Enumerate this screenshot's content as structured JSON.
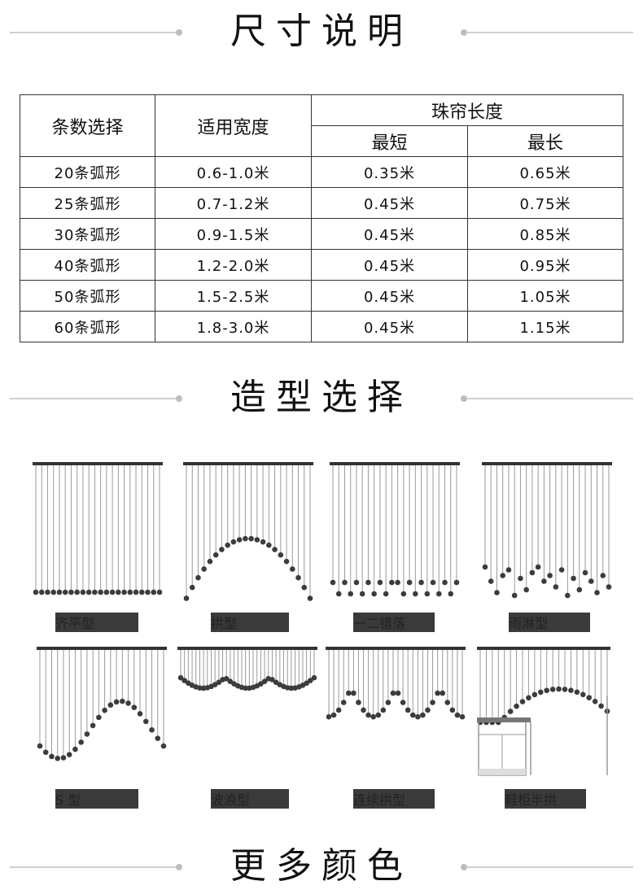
{
  "sections": {
    "size": "尺寸说明",
    "shape": "造型选择",
    "colors": "更多颜色"
  },
  "table": {
    "col_count": "条数选择",
    "col_width": "适用宽度",
    "col_length": "珠帘长度",
    "col_min": "最短",
    "col_max": "最长",
    "rows": [
      {
        "count": "20条弧形",
        "width": "0.6-1.0米",
        "min": "0.35米",
        "max": "0.65米"
      },
      {
        "count": "25条弧形",
        "width": "0.7-1.2米",
        "min": "0.45米",
        "max": "0.75米"
      },
      {
        "count": "30条弧形",
        "width": "0.9-1.5米",
        "min": "0.45米",
        "max": "0.85米"
      },
      {
        "count": "40条弧形",
        "width": "1.2-2.0米",
        "min": "0.45米",
        "max": "0.95米"
      },
      {
        "count": "50条弧形",
        "width": "1.5-2.5米",
        "min": "0.45米",
        "max": "1.05米"
      },
      {
        "count": "60条弧形",
        "width": "1.8-3.0米",
        "min": "0.45米",
        "max": "1.15米"
      }
    ]
  },
  "shapes": [
    {
      "id": "flat",
      "label": "齐平型"
    },
    {
      "id": "arch",
      "label": "拱型"
    },
    {
      "id": "staggered",
      "label": "一二错落"
    },
    {
      "id": "rain",
      "label": "雨淋型"
    },
    {
      "id": "s",
      "label": "S 型"
    },
    {
      "id": "wave",
      "label": "波浪型"
    },
    {
      "id": "multiarch",
      "label": "连续拱型"
    },
    {
      "id": "cabinet",
      "label": "鞋柜半拱"
    }
  ],
  "colors": {
    "line": "#cfcfcf",
    "strand": "#9a9a9a",
    "bead": "#3c3c3c",
    "label_bg": "#3a3a3a"
  }
}
